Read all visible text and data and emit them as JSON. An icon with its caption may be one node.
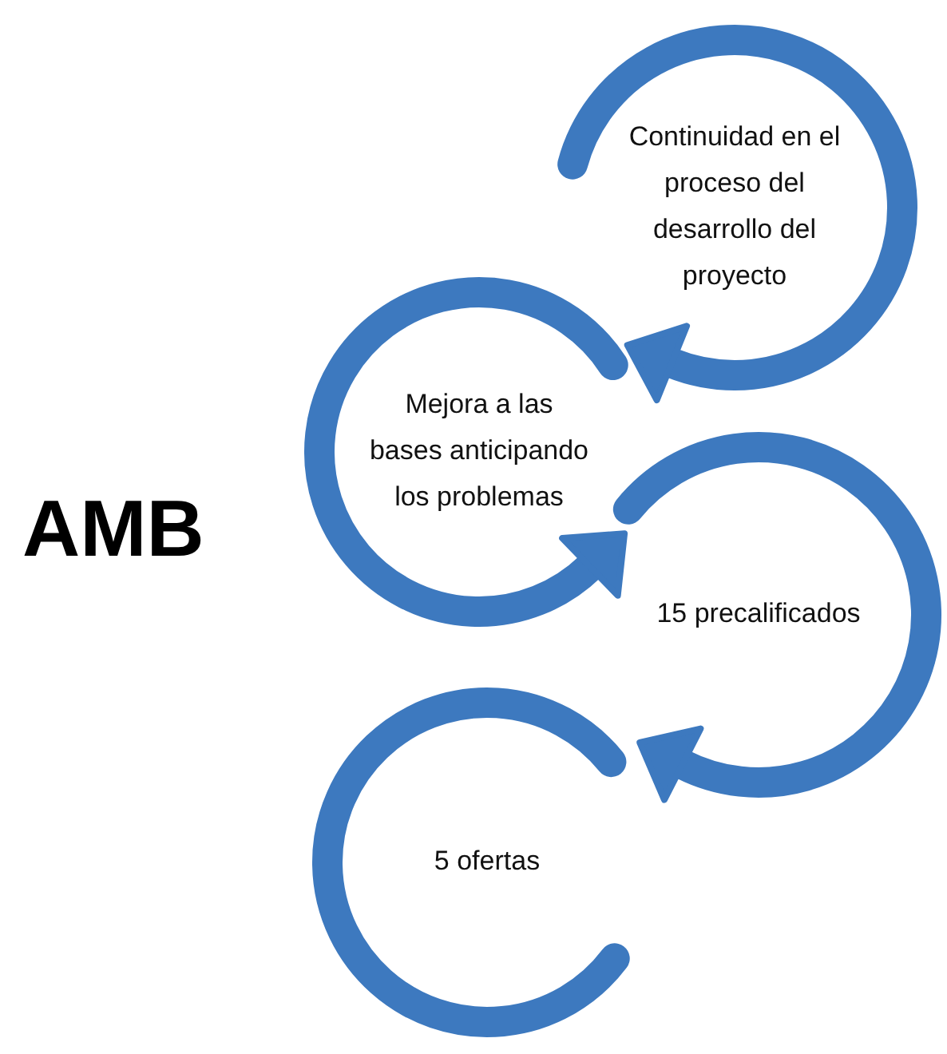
{
  "diagram": {
    "title": "AMB",
    "nodes": [
      {
        "text": [
          "Continuidad en el proceso del desarrollo del proyecto"
        ]
      },
      {
        "text": [
          "Mejora a las bases anticipando los problemas"
        ]
      },
      {
        "text": [
          "15 precalificados"
        ]
      },
      {
        "text": [
          "5 ofertas"
        ]
      }
    ]
  }
}
